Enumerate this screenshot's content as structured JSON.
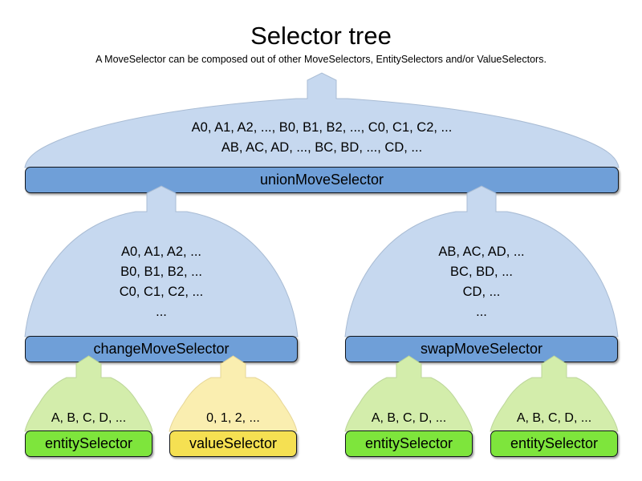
{
  "header": {
    "title": "Selector tree",
    "subtitle": "A MoveSelector can be composed out of other MoveSelectors, EntitySelectors and/or ValueSelectors."
  },
  "colors": {
    "move_body": "#c6d8ef",
    "move_bar": "#6f9fd8",
    "entity_body": "#d3edab",
    "entity_bar": "#7ee53c",
    "value_body": "#faeeb0",
    "value_bar": "#f5e052",
    "outline": "#12161c",
    "text": "#000000",
    "background": "#ffffff"
  },
  "nodes": {
    "union": {
      "label": "unionMoveSelector",
      "type": "moveSelector",
      "lines": [
        "A0, A1, A2, ..., B0, B1, B2, ..., C0, C1, C2, ...",
        "AB, AC, AD, ..., BC, BD, ..., CD, ..."
      ]
    },
    "change": {
      "label": "changeMoveSelector",
      "type": "moveSelector",
      "lines": [
        "A0, A1, A2, ...",
        "B0, B1, B2, ...",
        "C0, C1, C2, ...",
        "..."
      ]
    },
    "swap": {
      "label": "swapMoveSelector",
      "type": "moveSelector",
      "lines": [
        "AB, AC, AD, ...",
        "BC, BD, ...",
        "CD, ...",
        "..."
      ]
    },
    "entity1": {
      "label": "entitySelector",
      "type": "entitySelector",
      "lines": [
        "A, B, C, D, ..."
      ]
    },
    "value1": {
      "label": "valueSelector",
      "type": "valueSelector",
      "lines": [
        "0, 1, 2, ..."
      ]
    },
    "entity2": {
      "label": "entitySelector",
      "type": "entitySelector",
      "lines": [
        "A, B, C, D, ..."
      ]
    },
    "entity3": {
      "label": "entitySelector",
      "type": "entitySelector",
      "lines": [
        "A, B, C, D, ..."
      ]
    }
  }
}
